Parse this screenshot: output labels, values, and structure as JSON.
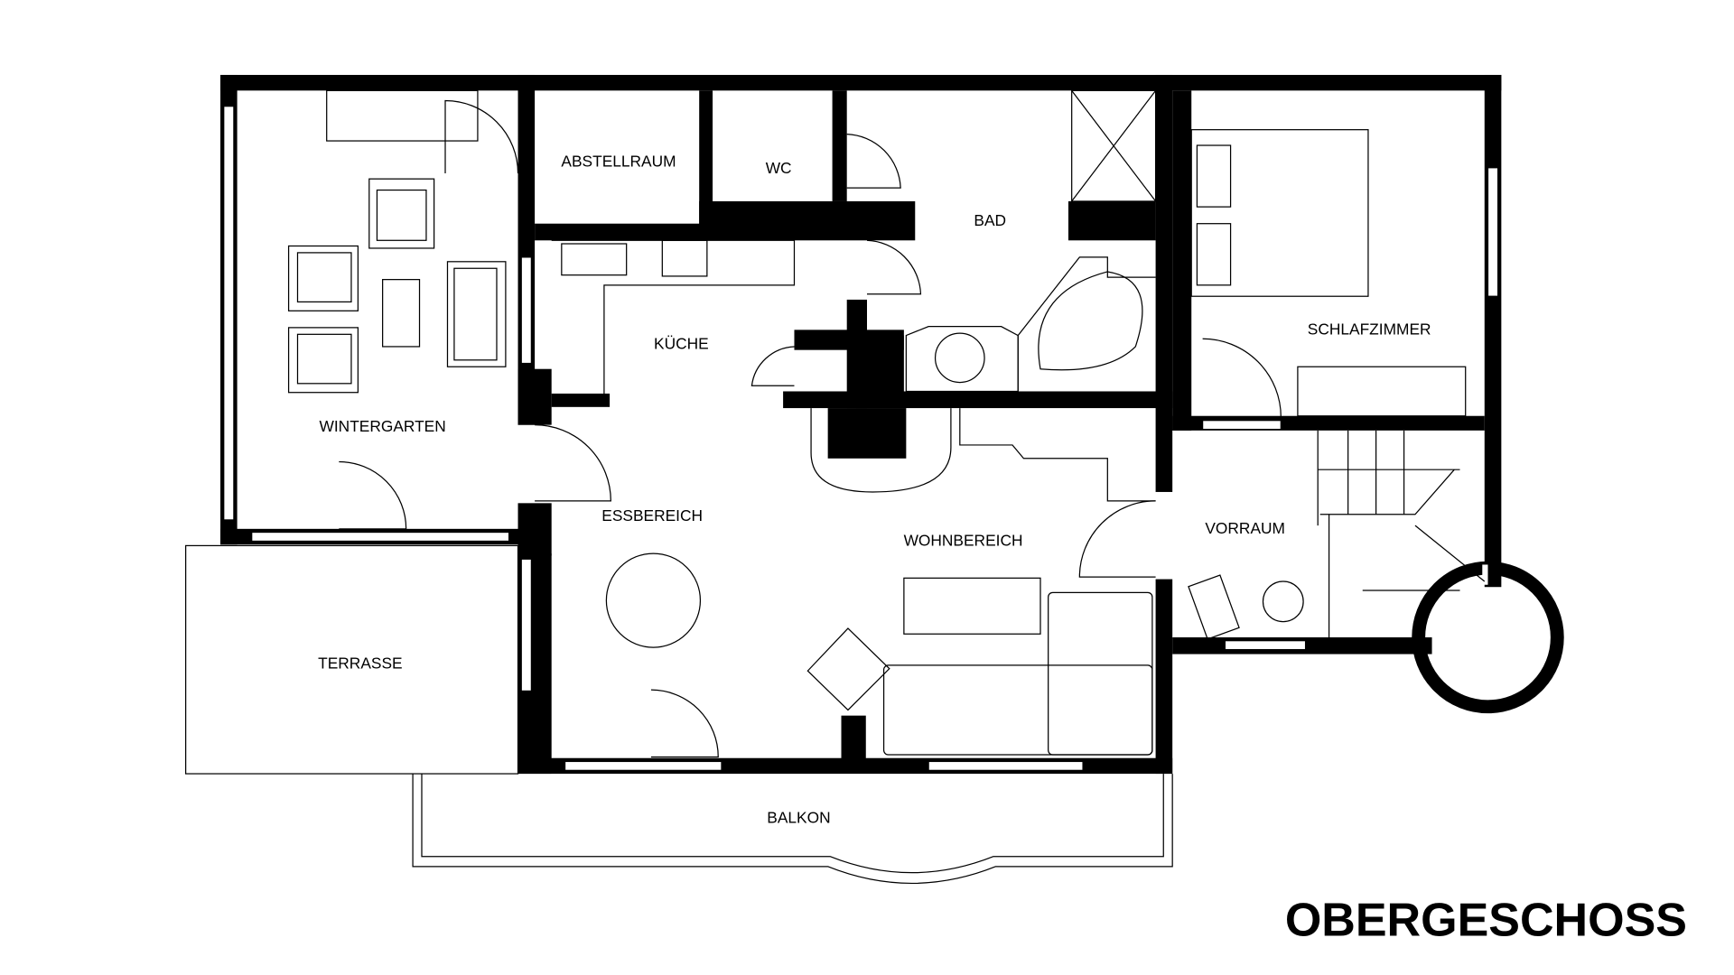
{
  "title": "OBERGESCHOSS",
  "rooms": {
    "abstellraum": "ABSTELLRAUM",
    "wc": "WC",
    "bad": "BAD",
    "schlafzimmer": "SCHLAFZIMMER",
    "wintergarten": "WINTERGARTEN",
    "kueche": "KÜCHE",
    "essbereich": "ESSBEREICH",
    "wohnbereich": "WOHNBEREICH",
    "vorraum": "VORRAUM",
    "terrasse": "TERRASSE",
    "balkon": "BALKON"
  }
}
